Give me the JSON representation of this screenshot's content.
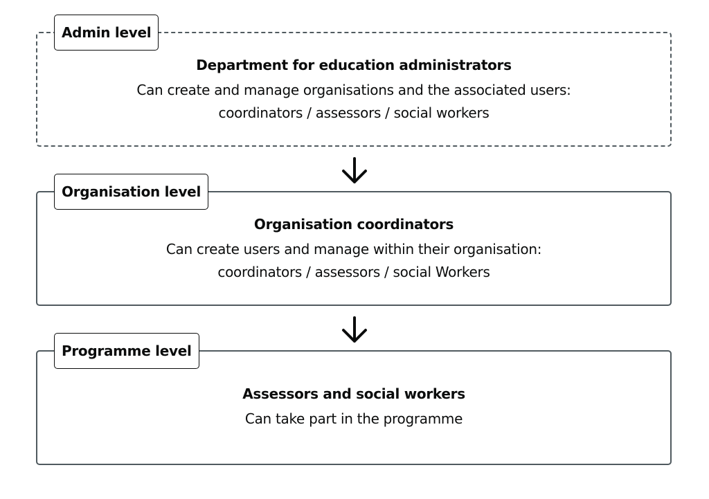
{
  "levels": [
    {
      "tag": "Admin level",
      "title": "Department for education administrators",
      "desc_line1": "Can create and manage organisations and the associated users:",
      "desc_line2": "coordinators / assessors / social workers"
    },
    {
      "tag": "Organisation level",
      "title": "Organisation coordinators",
      "desc_line1": "Can create users and manage within their organisation:",
      "desc_line2": "coordinators / assessors / social Workers"
    },
    {
      "tag": "Programme level",
      "title": "Assessors and social workers",
      "desc_line1": "Can take part in the programme"
    }
  ],
  "arrows": [
    "down-arrow-icon",
    "down-arrow-icon"
  ],
  "colors": {
    "text": "#0b0c0c",
    "border": "#505a5f",
    "background": "#ffffff"
  }
}
